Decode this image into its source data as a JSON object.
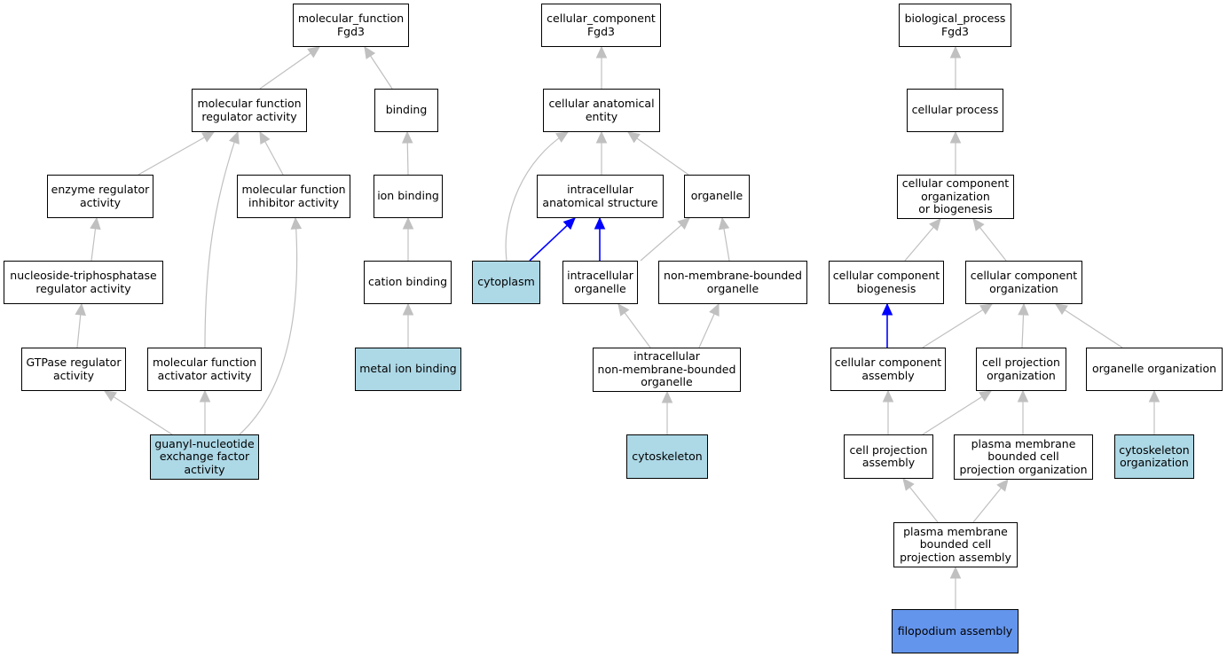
{
  "colors": {
    "edge": "#c0c0c0",
    "edge_highlight": "#0000ff",
    "node_fill": "#ffffff",
    "node_light_blue": "#add8e6",
    "node_blue": "#6495ed"
  },
  "nodes": {
    "mf_root": "molecular_function\nFgd3",
    "mf_regulator": "molecular function\nregulator activity",
    "binding": "binding",
    "enzyme_regulator": "enzyme regulator\nactivity",
    "mf_inhibitor": "molecular function\ninhibitor activity",
    "ion_binding": "ion binding",
    "ntpase_regulator": "nucleoside-triphosphatase\nregulator activity",
    "cation_binding": "cation binding",
    "gtpase_regulator": "GTPase regulator\nactivity",
    "mf_activator": "molecular function\nactivator activity",
    "metal_ion_binding": "metal ion binding",
    "gef_activity": "guanyl-nucleotide\nexchange factor\nactivity",
    "cc_root": "cellular_component\nFgd3",
    "cell_anat_entity": "cellular anatomical\nentity",
    "intracell_anat_struct": "intracellular\nanatomical structure",
    "organelle": "organelle",
    "cytoplasm": "cytoplasm",
    "intracell_organelle": "intracellular\norganelle",
    "nonmem_organelle": "non-membrane-bounded\norganelle",
    "intracell_nonmem_organelle": "intracellular\nnon-membrane-bounded\norganelle",
    "cytoskeleton": "cytoskeleton",
    "bp_root": "biological_process\nFgd3",
    "cellular_process": "cellular process",
    "cc_org_biogenesis": "cellular component\norganization\nor biogenesis",
    "cc_biogenesis": "cellular component\nbiogenesis",
    "cc_organization": "cellular component\norganization",
    "cc_assembly": "cellular component\nassembly",
    "cell_proj_org": "cell projection\norganization",
    "organelle_org": "organelle organization",
    "cell_proj_assembly": "cell projection\nassembly",
    "pm_cell_proj_org": "plasma membrane\nbounded cell\nprojection organization",
    "cytoskeleton_org": "cytoskeleton\norganization",
    "pm_cell_proj_assembly": "plasma membrane\nbounded cell\nprojection assembly",
    "filopodium_assembly": "filopodium assembly"
  }
}
